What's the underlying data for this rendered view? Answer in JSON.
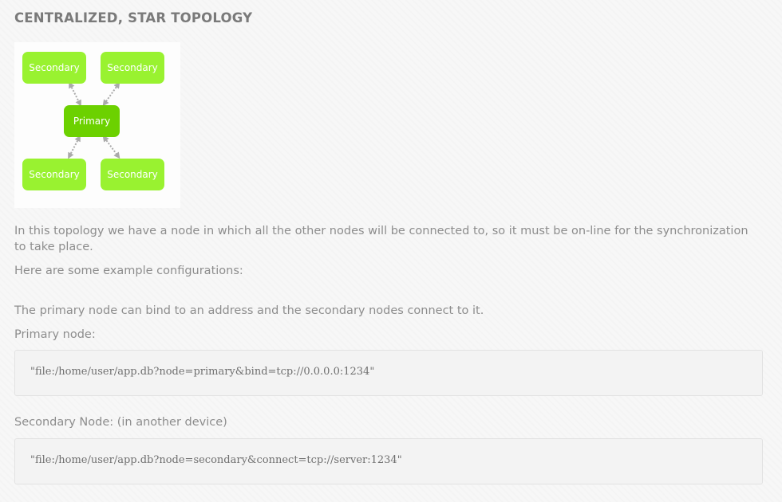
{
  "section": {
    "title": "CENTRALIZED, STAR TOPOLOGY"
  },
  "diagram": {
    "primary_label": "Primary",
    "secondary_labels": [
      "Secondary",
      "Secondary",
      "Secondary",
      "Secondary"
    ],
    "colors": {
      "primary": "#6cd100",
      "secondary": "#99f230",
      "arrow": "#aaaaaa"
    }
  },
  "content": {
    "intro": "In this topology we have a node in which all the other nodes will be connected to, so it must be on-line for the synchronization to take place.",
    "examples_intro": "Here are some example configurations:",
    "bind_description": "The primary node can bind to an address and the secondary nodes connect to it.",
    "primary_label": "Primary node:",
    "primary_code": "\"file:/home/user/app.db?node=primary&bind=tcp://0.0.0.0:1234\"",
    "secondary_label": "Secondary Node: (in another device)",
    "secondary_code": "\"file:/home/user/app.db?node=secondary&connect=tcp://server:1234\""
  }
}
